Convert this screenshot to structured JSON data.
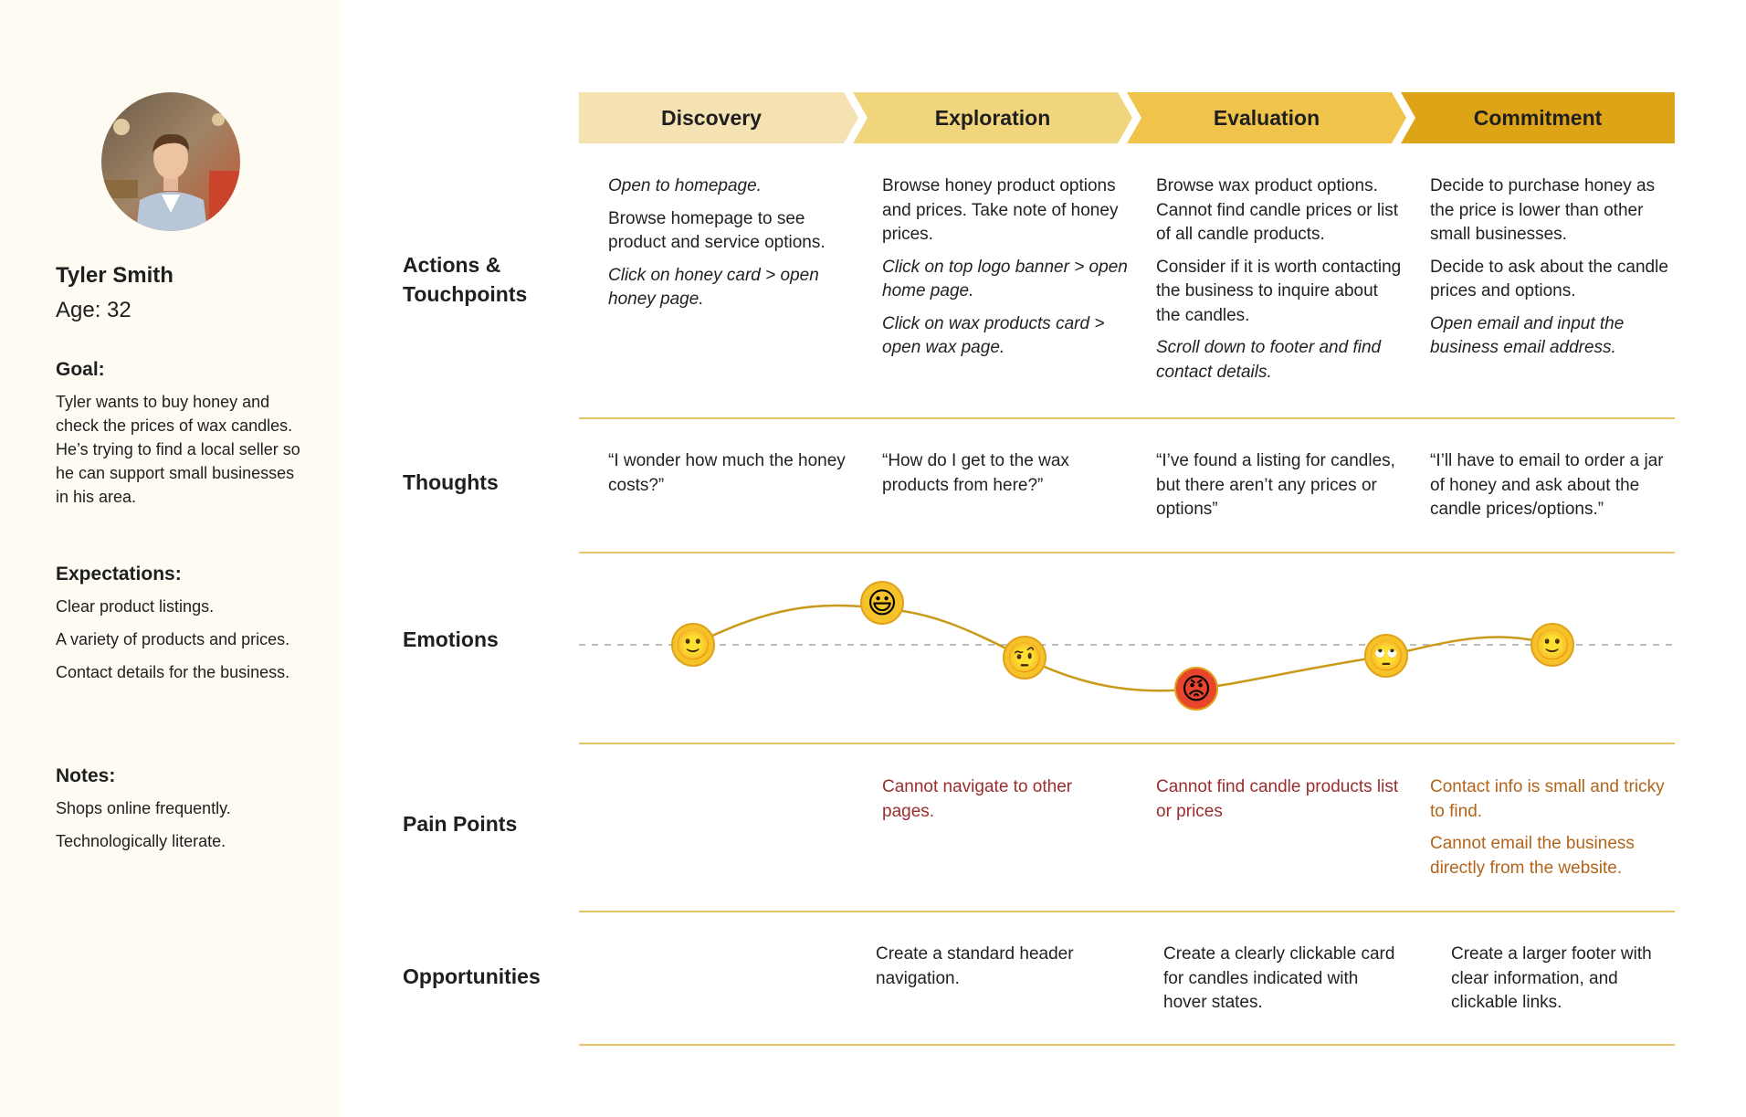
{
  "persona": {
    "name": "Tyler Smith",
    "age": "Age: 32",
    "goal_heading": "Goal:",
    "goal_text": "Tyler wants to buy honey and check the prices of wax candles. He’s trying to find a local seller so he can support small businesses in his area.",
    "expectations_heading": "Expectations:",
    "expectations": [
      "Clear product listings.",
      "A variety of products and prices.",
      "Contact details for the business."
    ],
    "notes_heading": "Notes:",
    "notes": [
      "Shops online frequently.",
      "Technologically literate."
    ]
  },
  "stages": [
    {
      "label": "Discovery",
      "color": "#f4e2b2"
    },
    {
      "label": "Exploration",
      "color": "#f1d57c"
    },
    {
      "label": "Evaluation",
      "color": "#f0c44a"
    },
    {
      "label": "Commitment",
      "color": "#dea418"
    }
  ],
  "rows": {
    "actions": "Actions & Touchpoints",
    "thoughts": "Thoughts",
    "emotions": "Emotions",
    "pain_points": "Pain Points",
    "opportunities": "Opportunities"
  },
  "actions": [
    [
      {
        "text": "Open to homepage.",
        "italic": true
      },
      {
        "text": "Browse homepage to see product and service options.",
        "italic": false
      },
      {
        "text": "Click on honey card > open honey page.",
        "italic": true
      }
    ],
    [
      {
        "text": "Browse honey product options and prices. Take note of honey prices.",
        "italic": false
      },
      {
        "text": "Click on top logo banner > open home page.",
        "italic": true
      },
      {
        "text": "Click on wax products card > open wax page.",
        "italic": true
      }
    ],
    [
      {
        "text": "Browse wax product options. Cannot find candle prices or list of all candle products.",
        "italic": false
      },
      {
        "text": "Consider if it is worth contacting the business to inquire about the candles.",
        "italic": false
      },
      {
        "text": "Scroll down to footer and find contact details.",
        "italic": true
      }
    ],
    [
      {
        "text": "Decide to purchase honey as the price is lower than other small businesses.",
        "italic": false
      },
      {
        "text": "Decide to ask about the candle prices and options.",
        "italic": false
      },
      {
        "text": "Open email and input the business email address.",
        "italic": true
      }
    ]
  ],
  "thoughts": [
    "“I wonder how much the honey costs?”",
    "“How do I get to the wax products from here?”",
    "“I’ve found a listing for candles, but there aren’t any prices or options”",
    "“I’ll have to email to order a jar of honey and ask about the candle prices/options.”"
  ],
  "emotions": [
    {
      "name": "smiling",
      "glyph": "🙂",
      "level": 0
    },
    {
      "name": "happy",
      "glyph": "😃",
      "level": 1
    },
    {
      "name": "skeptical",
      "glyph": "🤨",
      "level": -0.3
    },
    {
      "name": "angry",
      "glyph": "😡",
      "level": -1
    },
    {
      "name": "eye-roll",
      "glyph": "🙄",
      "level": -0.3
    },
    {
      "name": "smiling",
      "glyph": "🙂",
      "level": 0
    }
  ],
  "pain_points": [
    [],
    [
      "Cannot navigate to other pages."
    ],
    [
      "Cannot find candle products list or prices"
    ],
    [
      "Contact info is small and tricky to find.",
      "Cannot email the business directly from the website."
    ]
  ],
  "opportunities": [
    "",
    "Create a standard header navigation.",
    "Create a clearly clickable card for candles indicated with hover states.",
    "Create a larger footer with clear information, and clickable links."
  ],
  "colors": {
    "line": "#c99a1a",
    "divider": "#e6c46a",
    "baseline": "#bdbdbd",
    "pain_red": "#9b2d2d",
    "pain_orange": "#b3641b"
  }
}
